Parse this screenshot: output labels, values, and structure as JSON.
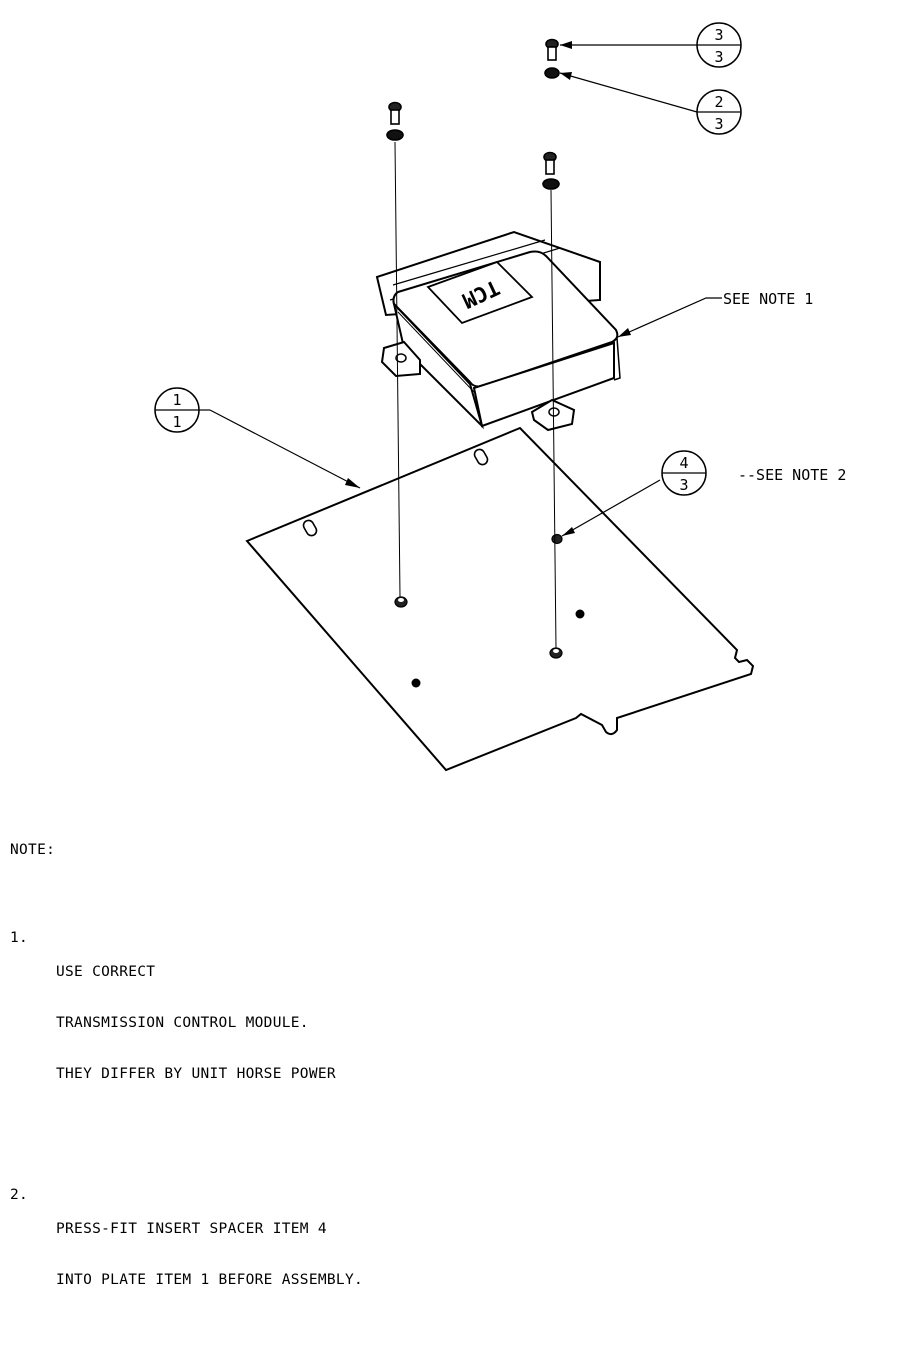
{
  "balloons": [
    {
      "item": "3",
      "qty": "3"
    },
    {
      "item": "2",
      "qty": "3"
    },
    {
      "item": "1",
      "qty": "1"
    },
    {
      "item": "4",
      "qty": "3"
    }
  ],
  "module_label": "TCM",
  "callouts": {
    "see_note_1": "SEE NOTE 1",
    "see_note_2": "--SEE NOTE 2"
  },
  "notes": {
    "heading": "NOTE:",
    "items": [
      {
        "num": "1.",
        "lines": [
          "USE CORRECT",
          "TRANSMISSION CONTROL MODULE.",
          "THEY DIFFER BY UNIT HORSE POWER"
        ]
      },
      {
        "num": "2.",
        "lines": [
          "PRESS-FIT INSERT SPACER ITEM 4",
          "INTO PLATE ITEM 1 BEFORE ASSEMBLY."
        ]
      }
    ]
  }
}
